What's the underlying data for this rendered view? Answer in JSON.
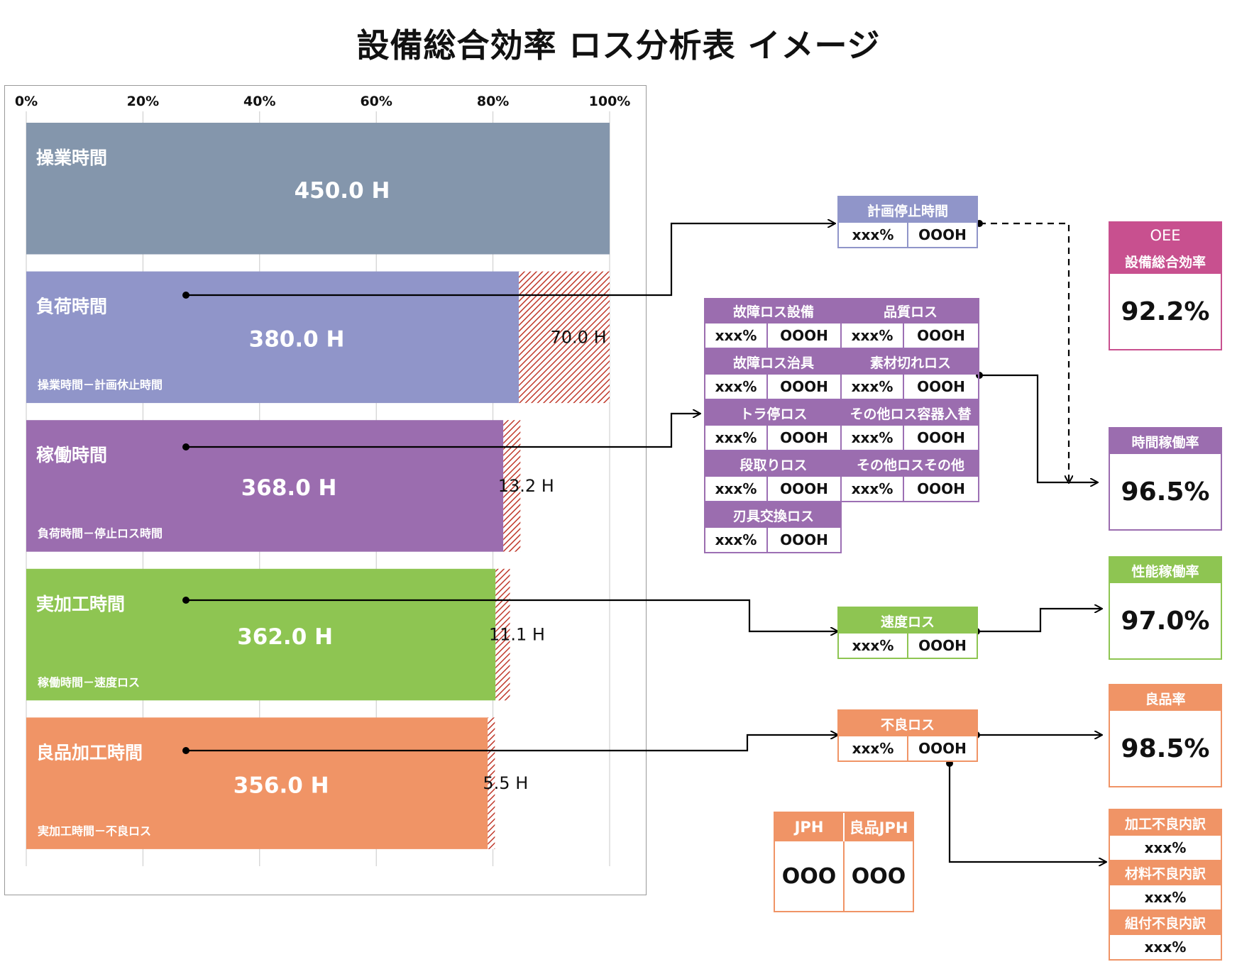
{
  "title": "設備総合効率 ロス分析表 イメージ",
  "chart_data": {
    "type": "bar",
    "orientation": "horizontal",
    "stacked": true,
    "xlim": [
      0,
      100
    ],
    "x_ticks": [
      "0%",
      "20%",
      "40%",
      "60%",
      "80%",
      "100%"
    ],
    "grid": true,
    "bars": [
      {
        "label": "操業時間",
        "value_label": "450.0 H",
        "value": 450.0,
        "loss_value": 0,
        "loss_label": "",
        "formula": "",
        "color": "#8496ac"
      },
      {
        "label": "負荷時間",
        "value_label": "380.0 H",
        "value": 380.0,
        "loss_value": 70.0,
        "loss_label": "70.0 H",
        "formula": "操業時間－計画休止時間",
        "color": "#9095c9"
      },
      {
        "label": "稼働時間",
        "value_label": "368.0 H",
        "value": 368.0,
        "loss_value": 13.2,
        "loss_label": "13.2 H",
        "formula": "負荷時間－停止ロス時間",
        "color": "#9b6daf"
      },
      {
        "label": "実加工時間",
        "value_label": "362.0 H",
        "value": 362.0,
        "loss_value": 11.1,
        "loss_label": "11.1 H",
        "formula": "稼働時間－速度ロス",
        "color": "#8ec552"
      },
      {
        "label": "良品加工時間",
        "value_label": "356.0 H",
        "value": 356.0,
        "loss_value": 5.5,
        "loss_label": "5.5 H",
        "formula": "実加工時間－不良ロス",
        "color": "#f09466"
      }
    ],
    "total": 450.0
  },
  "plan_stop": {
    "title": "計画停止時間",
    "pct": "xxx%",
    "hours": "OOOH",
    "color": "#9095c9"
  },
  "stop_losses": {
    "color": "#9b6daf",
    "items": [
      {
        "title": "故障ロス設備",
        "pct": "xxx%",
        "hours": "OOOH"
      },
      {
        "title": "品質ロス",
        "pct": "xxx%",
        "hours": "OOOH"
      },
      {
        "title": "故障ロス治具",
        "pct": "xxx%",
        "hours": "OOOH"
      },
      {
        "title": "素材切れロス",
        "pct": "xxx%",
        "hours": "OOOH"
      },
      {
        "title": "トラ停ロス",
        "pct": "xxx%",
        "hours": "OOOH"
      },
      {
        "title": "その他ロス容器入替",
        "pct": "xxx%",
        "hours": "OOOH"
      },
      {
        "title": "段取りロス",
        "pct": "xxx%",
        "hours": "OOOH"
      },
      {
        "title": "その他ロスその他",
        "pct": "xxx%",
        "hours": "OOOH"
      },
      {
        "title": "刃具交換ロス",
        "pct": "xxx%",
        "hours": "OOOH"
      }
    ]
  },
  "speed_loss": {
    "title": "速度ロス",
    "pct": "xxx%",
    "hours": "OOOH",
    "color": "#8ec552"
  },
  "defect_loss": {
    "title": "不良ロス",
    "pct": "xxx%",
    "hours": "OOOH",
    "color": "#f09466"
  },
  "jph": {
    "col1_title": "JPH",
    "col2_title": "良品JPH",
    "col1_value": "OOO",
    "col2_value": "OOO",
    "color": "#f09466"
  },
  "oee": {
    "line1": "OEE",
    "line2": "設備総合効率",
    "value": "92.2%",
    "color": "#c8508f"
  },
  "time_rate": {
    "title": "時間稼働率",
    "value": "96.5%",
    "color": "#9b6daf"
  },
  "perf_rate": {
    "title": "性能稼働率",
    "value": "97.0%",
    "color": "#8ec552"
  },
  "yield_rate": {
    "title": "良品率",
    "value": "98.5%",
    "color": "#f09466"
  },
  "defect_breakdown": {
    "color": "#f09466",
    "items": [
      {
        "title": "加工不良内訳",
        "value": "xxx%"
      },
      {
        "title": "材料不良内訳",
        "value": "xxx%"
      },
      {
        "title": "組付不良内訳",
        "value": "xxx%"
      }
    ]
  }
}
